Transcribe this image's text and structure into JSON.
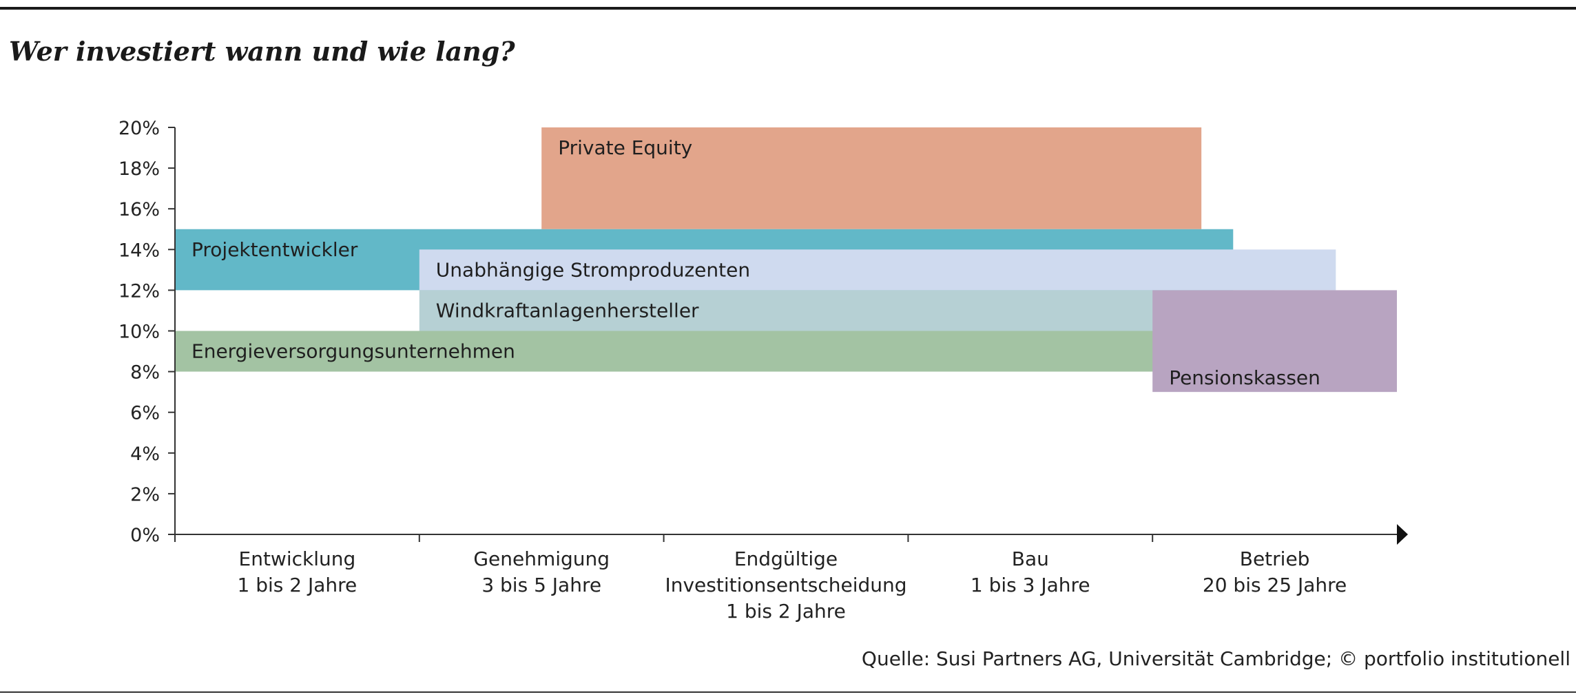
{
  "header": {
    "title": "Wer investiert wann und wie lang?"
  },
  "footer": {
    "source": "Quelle: Susi Partners AG, Universität Cambridge; © portfolio institutionell"
  },
  "chart_data": {
    "type": "bar",
    "title": "Wer investiert wann und wie lang?",
    "ylim": [
      0,
      20
    ],
    "yticks": [
      "0%",
      "2%",
      "4%",
      "6%",
      "8%",
      "10%",
      "12%",
      "14%",
      "16%",
      "18%",
      "20%"
    ],
    "grid": false,
    "categories": [
      {
        "lines": [
          "Entwicklung",
          "1 bis 2 Jahre"
        ]
      },
      {
        "lines": [
          "Genehmigung",
          "3 bis 5 Jahre"
        ]
      },
      {
        "lines": [
          "Endgültige",
          "Investitionsentscheidung",
          "1 bis 2 Jahre"
        ]
      },
      {
        "lines": [
          "Bau",
          "1 bis 3 Jahre"
        ]
      },
      {
        "lines": [
          "Betrieb",
          "20 bis 25 Jahre"
        ]
      }
    ],
    "x_range": [
      0,
      5
    ],
    "series": [
      {
        "name": "Private Equity",
        "x_start": 1.5,
        "x_end": 4.2,
        "y_low": 15,
        "y_high": 20,
        "color": "#e2a58b"
      },
      {
        "name": "Projektentwickler",
        "x_start": 0,
        "x_end": 4.33,
        "y_low": 12,
        "y_high": 15,
        "color": "#62b8c8"
      },
      {
        "name": "Unabhängige Stromproduzenten",
        "x_start": 1,
        "x_end": 4.75,
        "y_low": 12,
        "y_high": 14,
        "color": "#cfdaef"
      },
      {
        "name": "Windkraftanlagenhersteller",
        "x_start": 1,
        "x_end": 4.5,
        "y_low": 10,
        "y_high": 12,
        "color": "#b6d0d4"
      },
      {
        "name": "Energieversorgungsunternehmen",
        "x_start": 0,
        "x_end": 4.5,
        "y_low": 8,
        "y_high": 10,
        "color": "#a3c3a3"
      },
      {
        "name": "Pensionskassen",
        "x_start": 4,
        "x_end": 5,
        "y_low": 7,
        "y_high": 12,
        "color": "#b8a4c1"
      }
    ]
  }
}
